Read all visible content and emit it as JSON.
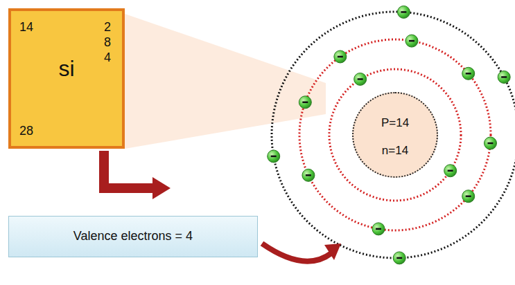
{
  "diagram": {
    "nodes": [
      {
        "text": [
          "14",
          "2",
          "8",
          "4",
          "si",
          "28"
        ]
      },
      {
        "text": [
          "P=14",
          "n=14"
        ]
      },
      {
        "text": [
          "Valence electrons = 4"
        ]
      }
    ]
  }
}
